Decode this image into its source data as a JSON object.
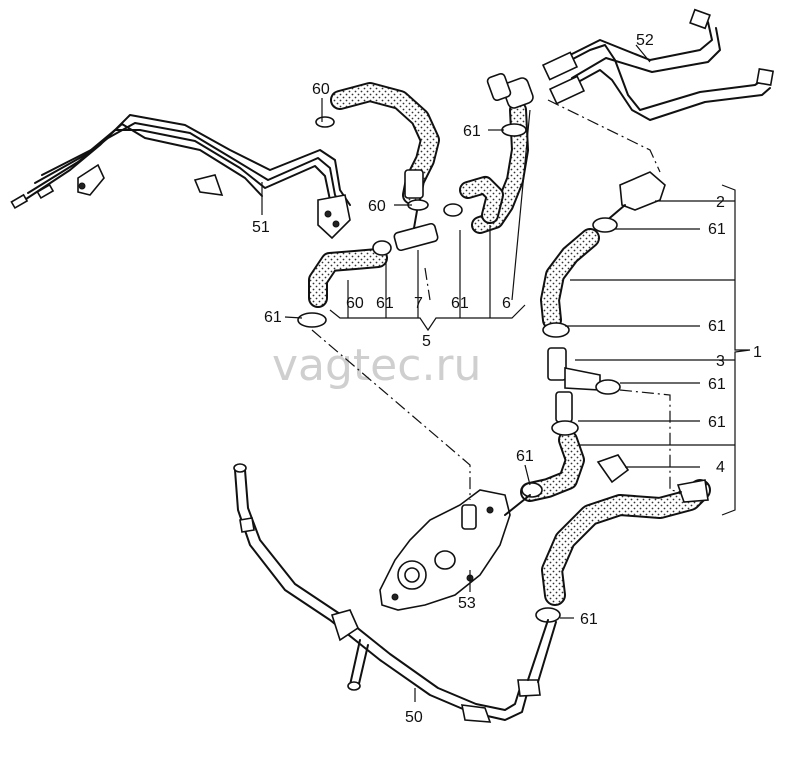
{
  "watermark": "vagtec.ru",
  "labels": {
    "l60a": "60",
    "l60b": "60",
    "l60c": "60",
    "l61a": "61",
    "l61b": "61",
    "l61c": "61",
    "l61d": "61",
    "l61e": "61",
    "l61f": "61",
    "l61g": "61",
    "l61h": "61",
    "l61i": "61",
    "l61j": "61",
    "l1": "1",
    "l2": "2",
    "l3": "3",
    "l4": "4",
    "l5": "5",
    "l6": "6",
    "l7": "7",
    "l50": "50",
    "l51": "51",
    "l52": "52",
    "l53": "53"
  },
  "colors": {
    "line": "#111111",
    "hose_fill": "#ffffff",
    "hose_dots": "#333333",
    "watermark": "#cfcfcf"
  }
}
